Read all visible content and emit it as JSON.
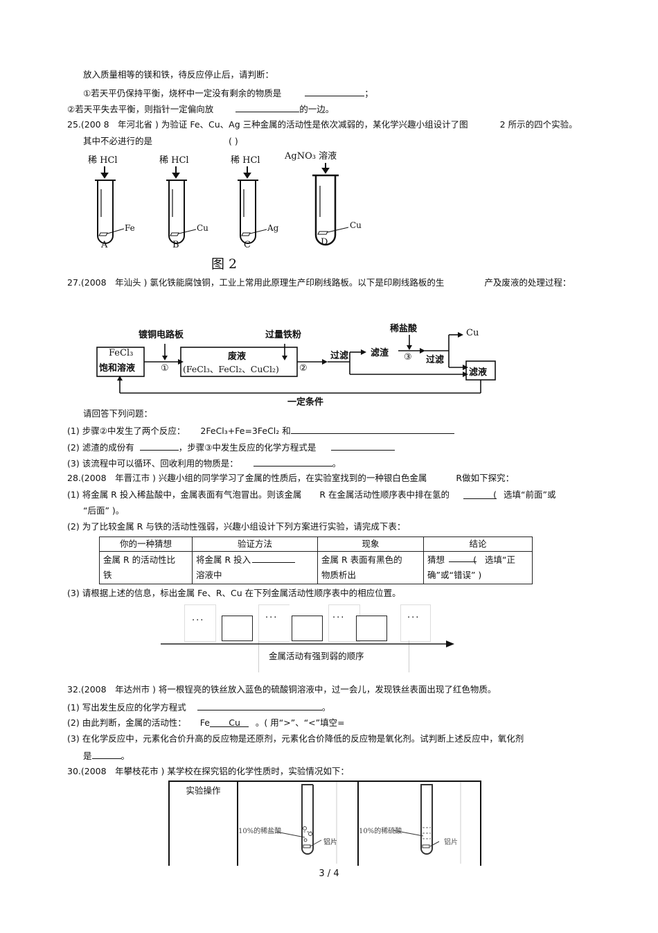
{
  "q24_continued": {
    "line1": "放入质量相等的镁和铁，待反应停止后，请判断：",
    "line2": "①若天平仍保持平衡，烧杯中一定没有剩余的物质是",
    "line2_end": "；",
    "line3": "②若天平失去平衡，则指针一定偏向放",
    "line3_end": "的一边。"
  },
  "q25": {
    "line1": "25.(200 8　年河北省 ) 为验证  Fe、Cu、Ag 三种金属的活动性是依次减弱的，某化学兴趣小组设计了图",
    "line1_end": "2 所示的四个实验。",
    "line2": "其中不必进行的是",
    "paren": "(    )",
    "figure": {
      "caption": "图 2",
      "tubes": [
        {
          "reagent": "稀 HCl",
          "metal": "Fe",
          "label": "A"
        },
        {
          "reagent": "稀 HCl",
          "metal": "Cu",
          "label": "B"
        },
        {
          "reagent": "稀 HCl",
          "metal": "Ag",
          "label": "C"
        },
        {
          "reagent": "AgNO₃ 溶液",
          "metal": "Cu",
          "label": "D"
        }
      ]
    }
  },
  "q27": {
    "line1": "27.(2008　年汕头 ) 氯化铁能腐蚀铜，工业上常用此原理生产印刷线路板。以下是印刷线路板的生",
    "line1_end": "产及废液的处理过程：",
    "flow": {
      "box1_line1": "FeCl₃",
      "box1_line2": "饱和溶液",
      "input1": "镀铜电路板",
      "step1": "①",
      "box2_line1": "废液",
      "box2_line2": "(FeCl₃、FeCl₂、CuCl₂)",
      "input2": "过量铁粉",
      "step2": "②",
      "filter1": "过滤",
      "residue": "滤渣",
      "input3": "稀盐酸",
      "step3": "③",
      "filter2": "过滤",
      "product": "Cu",
      "filtrate": "滤液",
      "recycle": "一定条件"
    },
    "prompt": "请回答下列问题：",
    "sub1_num": "(1)",
    "sub1": "步骤②中发生了两个反应：",
    "sub1_eq": "2FeCl₃+Fe=3FeCl₂ 和",
    "sub2_num": "(2)",
    "sub2_a": "滤渣的成份有",
    "sub2_b": "，步骤③中发生反应的化学方程式是",
    "sub3_num": "(3)",
    "sub3": "该流程中可以循环、回收利用的物质是：",
    "sub3_end": "。"
  },
  "q28": {
    "line1": "28.(2008　年晋江市 ) 兴趣小组的同学学习了金属的性质后，在实验室找到的一种银白色金属",
    "line1_end": "R做如下探究：",
    "sub1_num": "(1)",
    "sub1": "将金属  R 投入稀盐酸中，金属表面有气泡冒出。则该金属",
    "sub1_b": "R 在金属活动性顺序表中排在氢的",
    "sub1_c": "(",
    "sub1_d": "选填“前面”或",
    "sub1_line2": "“后面”  )。",
    "sub2_num": "(2)",
    "sub2": "为了比较金属   R 与铁的活动性强弱，兴趣小组设计下列方案进行实验，请完成下表：",
    "table": {
      "headers": [
        "你的一种猜想",
        "验证方法",
        "现象",
        "结论"
      ],
      "row": {
        "guess_1": "金属  R 的活动性比",
        "guess_2": "铁",
        "method_1": "将金属  R 投入",
        "method_2": "溶液中",
        "phenomenon_1": "金属   R 表面有黑色的",
        "phenomenon_2": "物质析出",
        "conclusion_1a": "猜想",
        "conclusion_1b": "(",
        "conclusion_1c": "选填“正",
        "conclusion_2": "确”或“错误”   )"
      }
    },
    "sub3_num": "(3)",
    "sub3": "请根据上述的信息，标出金属     Fe、R、Cu 在下列金属活动性顺序表中的相应位置。",
    "sequence": {
      "ellipsis": "···",
      "axis_label": "金属活动有强到弱的顺序"
    }
  },
  "q32": {
    "line1": "32.(2008　年达州市 ) 将一根锃亮的铁丝放入蓝色的硫酸铜溶液中，过一会儿，发现铁丝表面出现了红色物质。",
    "sub1_num": "(1)",
    "sub1": "写出发生反应的化学方程式",
    "sub1_end": "。",
    "sub2_num": "(2)",
    "sub2": "由此判断，金属的活动性：",
    "sub2_fe": "Fe",
    "sub2_cu": "Cu",
    "sub2_end": "。( 用“>”、“<”填空=",
    "sub3_num": "(3)",
    "sub3": "在化学反应中，元素化合价升高的反应物是还原剂，元素化合价降低的反应物是氧化剂。试判断上述反应中，氧化剂",
    "sub3_line2": "是",
    "sub3_end": "。"
  },
  "q30": {
    "line1": "30.(2008　年攀枝花市 ) 某学校在探究铝的化学性质时，实验情况如下：",
    "table": {
      "row_header": "实验操作",
      "tube1_reagent": "10%的稀盐酸",
      "tube1_metal": "铝片",
      "tube2_reagent": "10%的稀硫酸",
      "tube2_metal": "铝片"
    }
  },
  "footer": {
    "page": "3 / 4"
  }
}
